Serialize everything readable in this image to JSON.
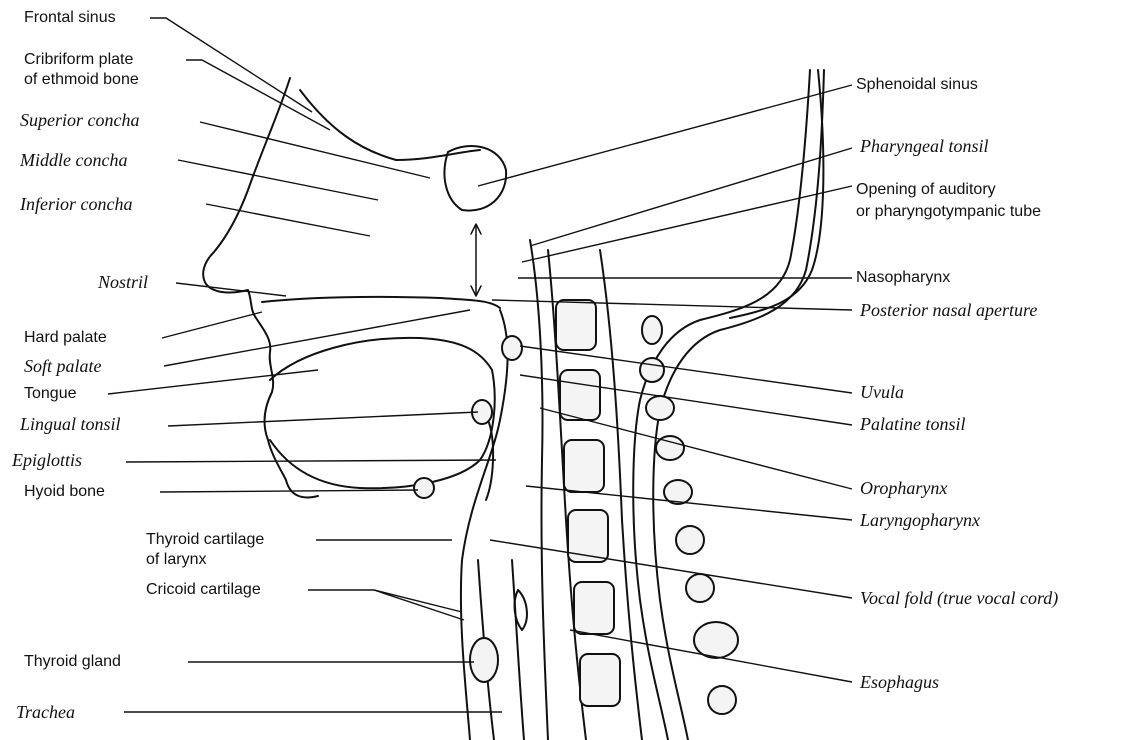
{
  "labels_left": [
    {
      "id": "frontal-sinus",
      "text": "Frontal sinus",
      "style": "sans"
    },
    {
      "id": "cribriform-1",
      "text": "Cribriform plate",
      "style": "sans"
    },
    {
      "id": "cribriform-2",
      "text": "of ethmoid bone",
      "style": "sans"
    },
    {
      "id": "superior-concha",
      "text": "Superior concha",
      "style": "serif"
    },
    {
      "id": "middle-concha",
      "text": "Middle concha",
      "style": "serif"
    },
    {
      "id": "inferior-concha",
      "text": "Inferior concha",
      "style": "serif"
    },
    {
      "id": "nostril",
      "text": "Nostril",
      "style": "serif"
    },
    {
      "id": "hard-palate",
      "text": "Hard palate",
      "style": "sans"
    },
    {
      "id": "soft-palate",
      "text": "Soft palate",
      "style": "serif"
    },
    {
      "id": "tongue",
      "text": "Tongue",
      "style": "sans"
    },
    {
      "id": "lingual-tonsil",
      "text": "Lingual tonsil",
      "style": "serif"
    },
    {
      "id": "epiglottis",
      "text": "Epiglottis",
      "style": "serif"
    },
    {
      "id": "hyoid-bone",
      "text": "Hyoid bone",
      "style": "sans"
    },
    {
      "id": "thyroid-cartilage-1",
      "text": "Thyroid cartilage",
      "style": "sans"
    },
    {
      "id": "thyroid-cartilage-2",
      "text": "of larynx",
      "style": "sans"
    },
    {
      "id": "cricoid-cartilage",
      "text": "Cricoid cartilage",
      "style": "sans"
    },
    {
      "id": "thyroid-gland",
      "text": "Thyroid gland",
      "style": "sans"
    },
    {
      "id": "trachea",
      "text": "Trachea",
      "style": "serif"
    }
  ],
  "labels_right": [
    {
      "id": "sphenoidal-sinus",
      "text": "Sphenoidal sinus",
      "style": "sans"
    },
    {
      "id": "pharyngeal-tonsil",
      "text": "Pharyngeal tonsil",
      "style": "serif"
    },
    {
      "id": "auditory-tube-1",
      "text": "Opening of auditory",
      "style": "sans"
    },
    {
      "id": "auditory-tube-2",
      "text": "or pharyngotympanic tube",
      "style": "sans"
    },
    {
      "id": "nasopharynx",
      "text": "Nasopharynx",
      "style": "sans"
    },
    {
      "id": "posterior-nasal-aperture",
      "text": "Posterior nasal aperture",
      "style": "serif"
    },
    {
      "id": "uvula",
      "text": "Uvula",
      "style": "serif"
    },
    {
      "id": "palatine-tonsil",
      "text": "Palatine tonsil",
      "style": "serif"
    },
    {
      "id": "oropharynx",
      "text": "Oropharynx",
      "style": "serif"
    },
    {
      "id": "laryngopharynx",
      "text": "Laryngopharynx",
      "style": "serif"
    },
    {
      "id": "vocal-fold",
      "text": "Vocal fold (true vocal cord)",
      "style": "serif"
    },
    {
      "id": "esophagus",
      "text": "Esophagus",
      "style": "serif"
    }
  ]
}
